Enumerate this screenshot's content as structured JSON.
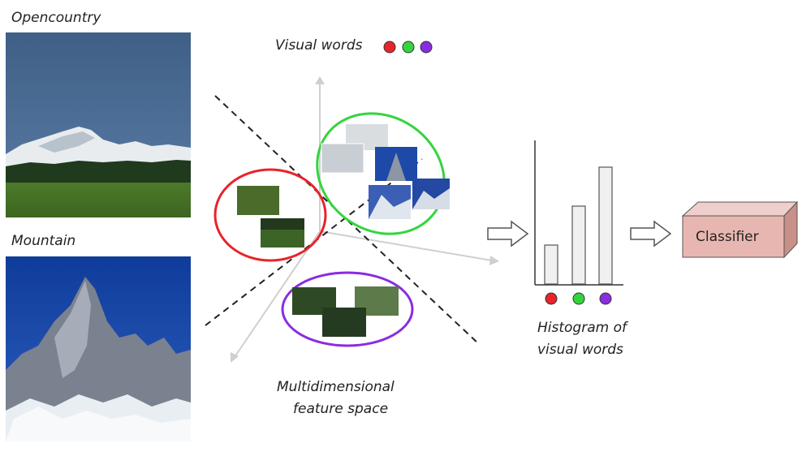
{
  "images": {
    "opencountry_label": "Opencountry",
    "mountain_label": "Mountain"
  },
  "visual_words": {
    "label": "Visual words",
    "colors": [
      "#e8232a",
      "#35d43f",
      "#8a2ce0"
    ]
  },
  "feature_space": {
    "label_line1": "Multidimensional",
    "label_line2": "feature space",
    "cluster_colors": {
      "red": "#e8232a",
      "green": "#35d43f",
      "purple": "#8a2ce0"
    }
  },
  "histogram": {
    "label_line1": "Histogram of",
    "label_line2": "visual words",
    "values": [
      1,
      2,
      3
    ],
    "bar_colors": [
      "#e8232a",
      "#35d43f",
      "#8a2ce0"
    ]
  },
  "classifier": {
    "label": "Classifier",
    "color": "#e8b6b0"
  }
}
